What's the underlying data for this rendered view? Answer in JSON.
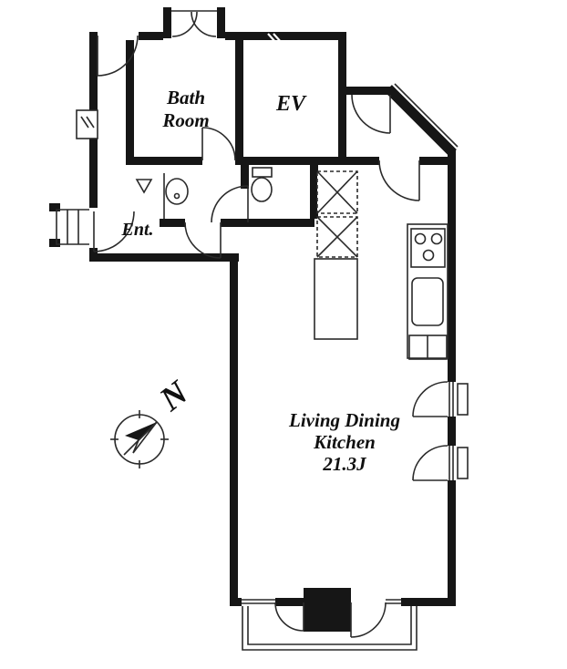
{
  "colors": {
    "wall": "#161616",
    "line": "#2a2a2a",
    "text": "#101010",
    "bg": "#ffffff"
  },
  "plan": {
    "rooms": [
      {
        "id": "bath",
        "label_lines": [
          "Bath",
          "Room"
        ]
      },
      {
        "id": "elevator",
        "label_lines": [
          "EV"
        ]
      },
      {
        "id": "entrance",
        "label_lines": [
          "Ent."
        ]
      },
      {
        "id": "ldk",
        "label_lines": [
          "Living Dining",
          "Kitchen",
          "21.3J"
        ]
      }
    ],
    "compass": {
      "north_label": "N"
    }
  }
}
